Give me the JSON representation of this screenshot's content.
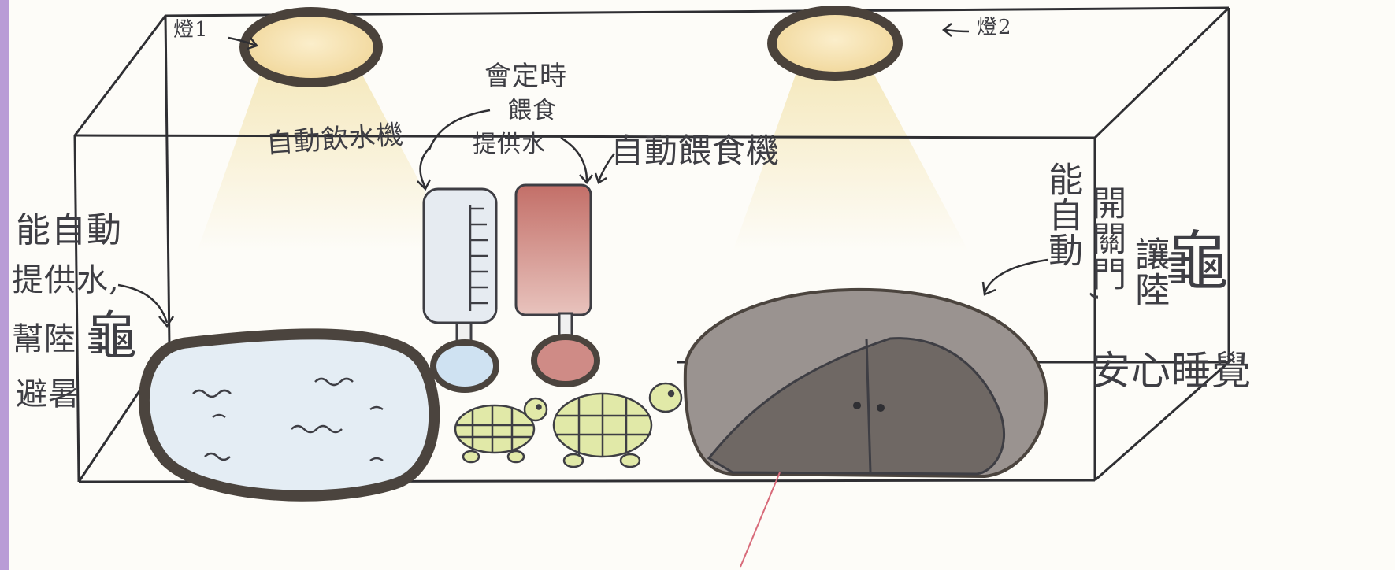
{
  "labels": {
    "lamp1": "燈1",
    "lamp2": "燈2",
    "water_dispenser": "自動飲水機",
    "timer_feed_water_l1": "會定時",
    "timer_feed_water_l2": "餵食",
    "timer_feed_water_l3": "提供水",
    "auto_feeder": "自動餵食機",
    "pool_note_l1": "能自動",
    "pool_note_l2": "提供水,",
    "pool_note_l3": "幫陸",
    "pool_note_l4": "避暑",
    "pool_note_turtle": "龜",
    "door_note_l1": "能自動",
    "door_note_l2": "開關門,",
    "door_note_l3": "讓陸",
    "door_note_turtle": "龜",
    "door_note_l4": "安心睡覺"
  },
  "colors": {
    "frame_line": "#2f2f33",
    "left_strip": "#b99cd6",
    "lamp_rim": "#4a423b",
    "lamp_fill": "#f5dfab",
    "light_beam": "#f4e6b5",
    "pool_rim": "#4b443e",
    "pool_water": "#e4edf4",
    "water_bottle": "#e6ebf1",
    "food_container": "#c36f68",
    "turtle_shell": "#e1e9a8",
    "shelter_fill": "#9a9390",
    "shelter_dark": "#6f6864",
    "label_ink": "#3e3e44"
  }
}
